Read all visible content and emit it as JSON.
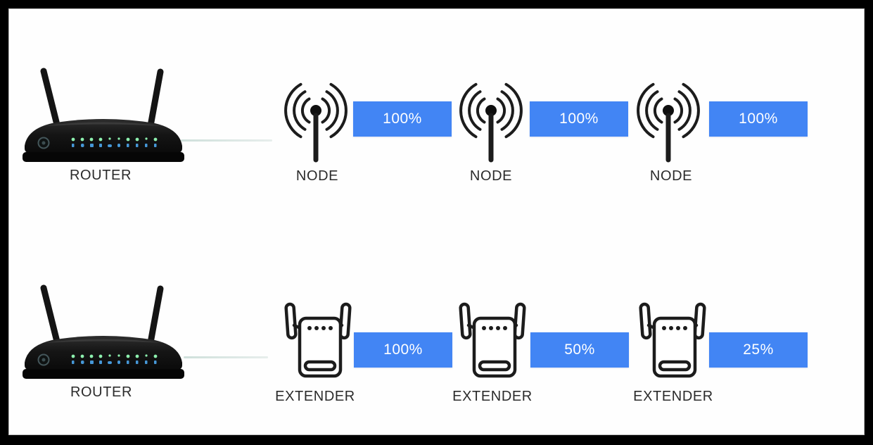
{
  "diagram_title": "",
  "colors": {
    "frame": "#000000",
    "background": "#fefefe",
    "bar": "#4285f4",
    "bar_text": "#ffffff",
    "label_text": "#2b2b2b",
    "connection_line": "#dde8e5",
    "icon_stroke": "#1c1c1c"
  },
  "top_row": {
    "router_label": "ROUTER",
    "devices": [
      {
        "label": "NODE",
        "signal": "100%"
      },
      {
        "label": "NODE",
        "signal": "100%"
      },
      {
        "label": "NODE",
        "signal": "100%"
      }
    ]
  },
  "bottom_row": {
    "router_label": "ROUTER",
    "devices": [
      {
        "label": "EXTENDER",
        "signal": "100%"
      },
      {
        "label": "EXTENDER",
        "signal": "50%"
      },
      {
        "label": "EXTENDER",
        "signal": "25%"
      }
    ]
  }
}
